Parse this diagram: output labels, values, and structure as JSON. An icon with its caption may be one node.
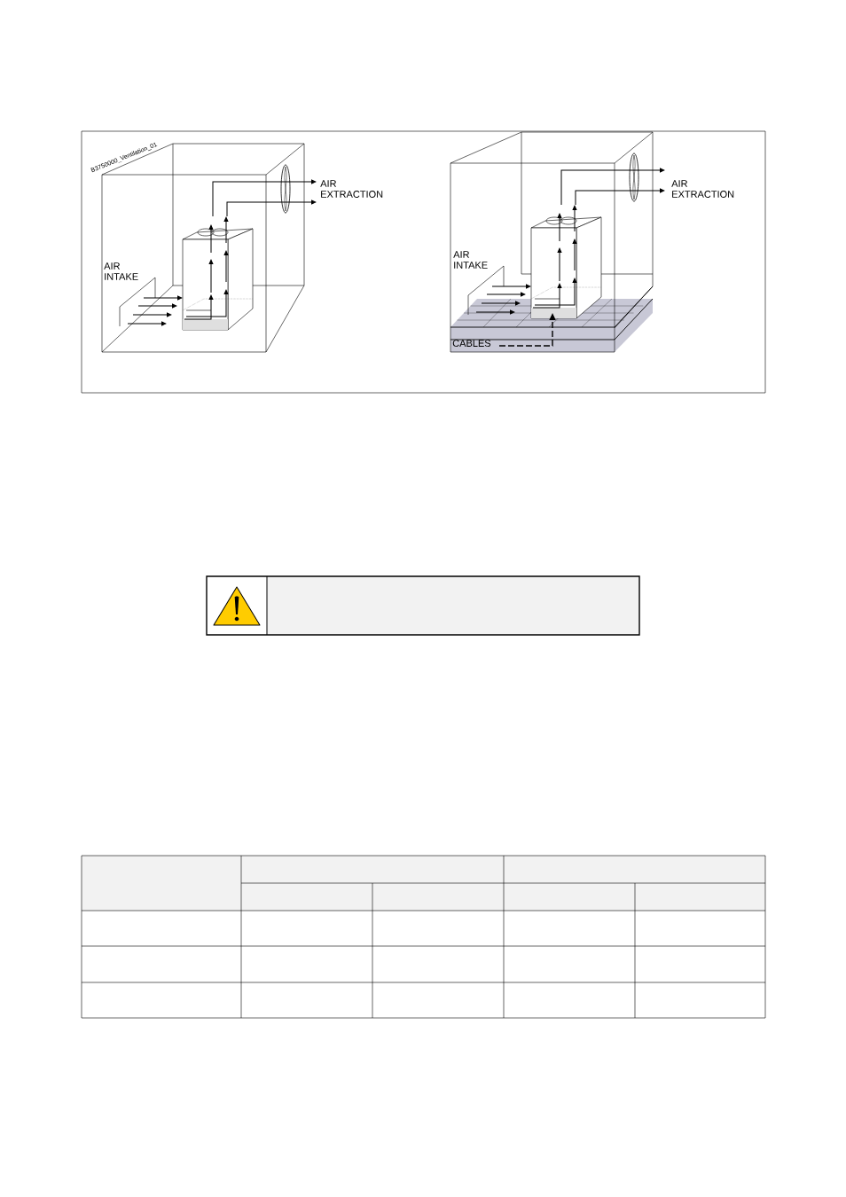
{
  "diagram": {
    "labels": [
      "B3750000_Ventilation_01",
      "AIR INTAKE",
      "AIR EXTRACTION",
      "AIR INTAKE",
      "AIR EXTRACTION",
      "CABLES"
    ]
  }
}
